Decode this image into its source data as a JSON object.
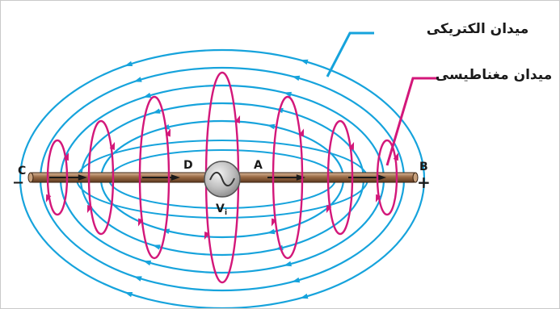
{
  "labels": {
    "electric_field": "میدان الکتریکی",
    "magnetic_field": "میدان مغناطیسی",
    "point_a": "A",
    "point_b": "B",
    "point_c": "C",
    "point_d": "D",
    "source_main": "V",
    "source_sub": "i",
    "plus_sign": "+",
    "minus_sign": "−"
  },
  "colors": {
    "electric_field": "#16a3dc",
    "magnetic_field": "#d3177a",
    "rod": "#9a6a45",
    "arrow": "#1a1a1a",
    "source": "#9a9a9a"
  }
}
